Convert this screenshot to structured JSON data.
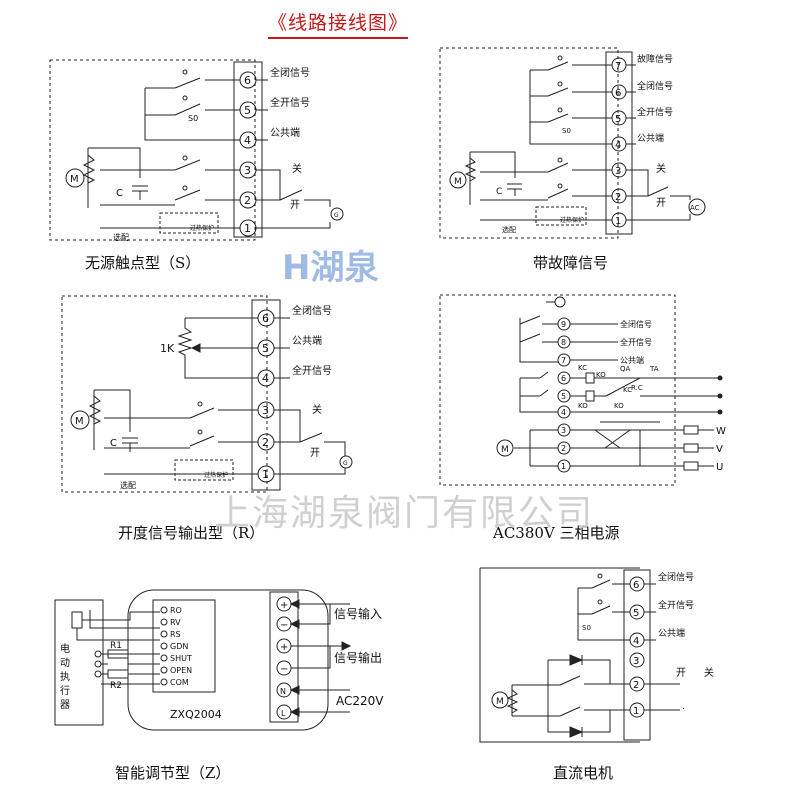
{
  "page_title": "《线路接线图》",
  "watermark": {
    "logo_mark": "H",
    "logo_text": "湖泉",
    "company": "上海湖泉阀门有限公司"
  },
  "diagrams": {
    "s": {
      "caption": "无源触点型（S）",
      "terminals": [
        "6",
        "5",
        "4",
        "3",
        "2",
        "1"
      ],
      "signals": [
        "全闭信号",
        "全开信号",
        "公共端"
      ],
      "close": "关",
      "open": "开",
      "motor": "M",
      "cap": "C",
      "protect": "过热保护",
      "fuse": "选配",
      "so": "S0",
      "gen": "G"
    },
    "fault": {
      "caption": "带故障信号",
      "terminals": [
        "7",
        "6",
        "5",
        "4",
        "3",
        "2",
        "1"
      ],
      "signals": [
        "故障信号",
        "全闭信号",
        "全开信号",
        "公共端"
      ],
      "close": "关",
      "open": "开",
      "motor": "M",
      "cap": "C",
      "ac": "AC",
      "protect": "过热保护",
      "fuse": "选配",
      "so": "S0"
    },
    "r": {
      "caption": "开度信号输出型（R）",
      "terminals": [
        "6",
        "5",
        "4",
        "3",
        "2",
        "1"
      ],
      "signals": [
        "全闭信号",
        "公共端",
        "全开信号"
      ],
      "pot": "1K",
      "close": "关",
      "open": "开",
      "motor": "M",
      "cap": "C",
      "protect": "过热保护",
      "fuse": "选配",
      "gen": "G"
    },
    "ac380": {
      "caption": "AC380V 三相电源",
      "terminals": [
        "9",
        "8",
        "7",
        "6",
        "5",
        "4",
        "3",
        "2",
        "1"
      ],
      "signals": [
        "全闭信号",
        "全开信号",
        "公共端"
      ],
      "kc": "KC",
      "ko": "KO",
      "qa": "QA",
      "ta": "TA",
      "rc": "R.C",
      "motor": "M",
      "phases": [
        "W",
        "V",
        "U"
      ]
    },
    "z": {
      "caption": "智能调节型（Z）",
      "actuator": [
        "电",
        "动",
        "执",
        "行",
        "器"
      ],
      "resistors": [
        "R1",
        "R2"
      ],
      "pins": [
        "RO",
        "RV",
        "RS",
        "GDN",
        "SHUT",
        "OPEN",
        "COM"
      ],
      "module": "ZXQ2004",
      "polarity": [
        "+",
        "−",
        "+",
        "−",
        "N",
        "L"
      ],
      "signal_in": "信号输入",
      "signal_out": "信号输出",
      "power": "AC220V"
    },
    "dc": {
      "caption": "直流电机",
      "terminals": [
        "6",
        "5",
        "4",
        "3",
        "2",
        "1"
      ],
      "signals": [
        "全闭信号",
        "全开信号",
        "公共端"
      ],
      "open": "开",
      "close": "关",
      "motor": "M",
      "so": "S0",
      "dot": "·"
    }
  }
}
